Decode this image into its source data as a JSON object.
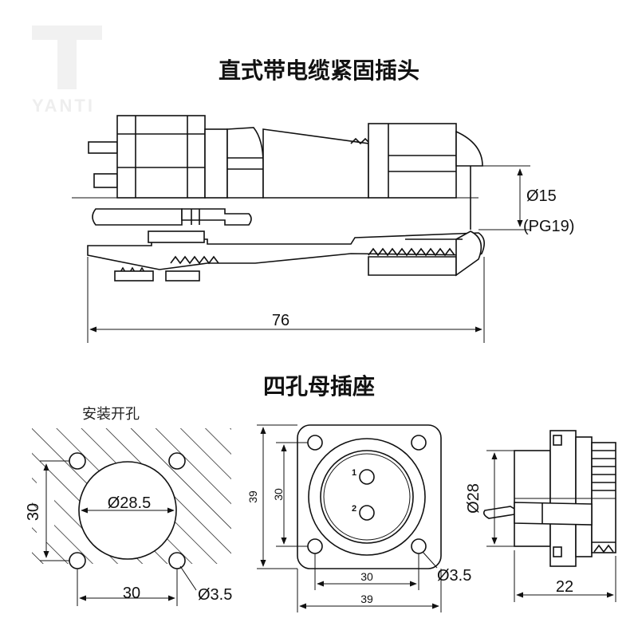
{
  "watermark": "YANTI",
  "plug": {
    "title": "直式带电缆紧固插头",
    "dia_label": "Ø15",
    "thread_label": "(PG19)",
    "length_label": "76"
  },
  "socket": {
    "title": "四孔母插座",
    "cutout": {
      "label": "安装开孔",
      "hole_dia_label": "Ø28.5",
      "vertical_pitch_label": "30",
      "horizontal_pitch_label": "30",
      "mount_hole_label": "Ø3.5"
    },
    "front": {
      "height_label": "39",
      "vertical_pitch_label": "30",
      "horizontal_pitch_label": "30",
      "width_label": "39",
      "mount_hole_label": "Ø3.5",
      "pin1_label": "1",
      "pin2_label": "2"
    },
    "side": {
      "dia_label": "Ø28",
      "depth_label": "22"
    }
  }
}
